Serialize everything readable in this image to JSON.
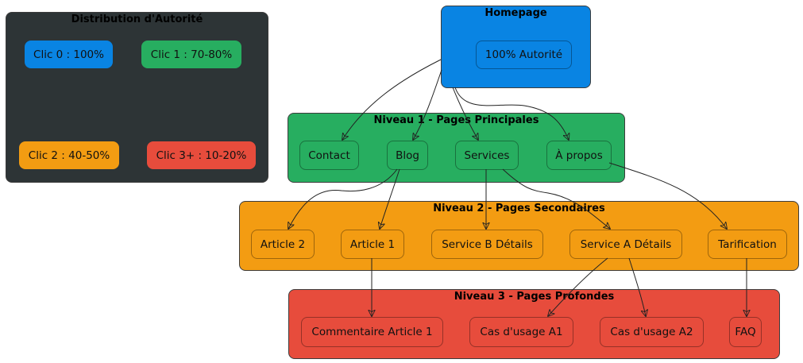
{
  "colors": {
    "level0": "#0984e3",
    "level1": "#27ae60",
    "level2": "#f39c12",
    "level3": "#e74c3c",
    "legend_bg": "#2d3436"
  },
  "legend": {
    "title": "Distribution d'Autorité",
    "items": [
      {
        "label": "Clic 0 : 100%"
      },
      {
        "label": "Clic 1 : 70-80%"
      },
      {
        "label": "Clic 2 : 40-50%"
      },
      {
        "label": "Clic 3+ : 10-20%"
      }
    ]
  },
  "homepage": {
    "title": "Homepage",
    "node": "100% Autorité"
  },
  "level1": {
    "title": "Niveau 1 - Pages Principales",
    "nodes": [
      "Contact",
      "Blog",
      "Services",
      "À propos"
    ]
  },
  "level2": {
    "title": "Niveau 2 - Pages Secondaires",
    "nodes": [
      "Article 2",
      "Article 1",
      "Service B Détails",
      "Service A Détails",
      "Tarification"
    ]
  },
  "level3": {
    "title": "Niveau 3 - Pages Profondes",
    "nodes": [
      "Commentaire Article 1",
      "Cas d'usage A1",
      "Cas d'usage A2",
      "FAQ"
    ]
  },
  "edges": [
    {
      "from": "Homepage",
      "to": "Contact"
    },
    {
      "from": "Homepage",
      "to": "Blog"
    },
    {
      "from": "Homepage",
      "to": "Services"
    },
    {
      "from": "Homepage",
      "to": "À propos"
    },
    {
      "from": "Blog",
      "to": "Article 2"
    },
    {
      "from": "Blog",
      "to": "Article 1"
    },
    {
      "from": "Services",
      "to": "Service B Détails"
    },
    {
      "from": "Services",
      "to": "Service A Détails"
    },
    {
      "from": "À propos",
      "to": "Tarification"
    },
    {
      "from": "Article 1",
      "to": "Commentaire Article 1"
    },
    {
      "from": "Service A Détails",
      "to": "Cas d'usage A1"
    },
    {
      "from": "Service A Détails",
      "to": "Cas d'usage A2"
    },
    {
      "from": "Tarification",
      "to": "FAQ"
    }
  ]
}
